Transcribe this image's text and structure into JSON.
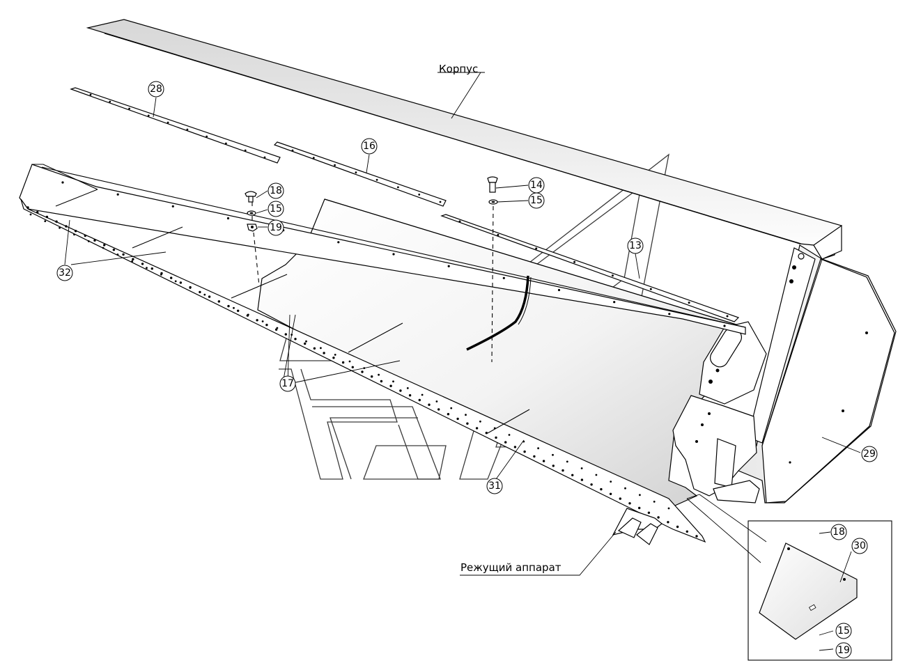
{
  "labels": {
    "korpus": "Корпус",
    "cutter": "Режущий аппарат"
  },
  "callouts": {
    "p28": "28",
    "p16": "16",
    "p18a": "18",
    "p15a": "15",
    "p19a": "19",
    "p14": "14",
    "p15b": "15",
    "p13": "13",
    "p32": "32",
    "p17": "17",
    "p31": "31",
    "p29": "29",
    "p18b": "18",
    "p30": "30",
    "p15c": "15",
    "p19b": "19"
  }
}
